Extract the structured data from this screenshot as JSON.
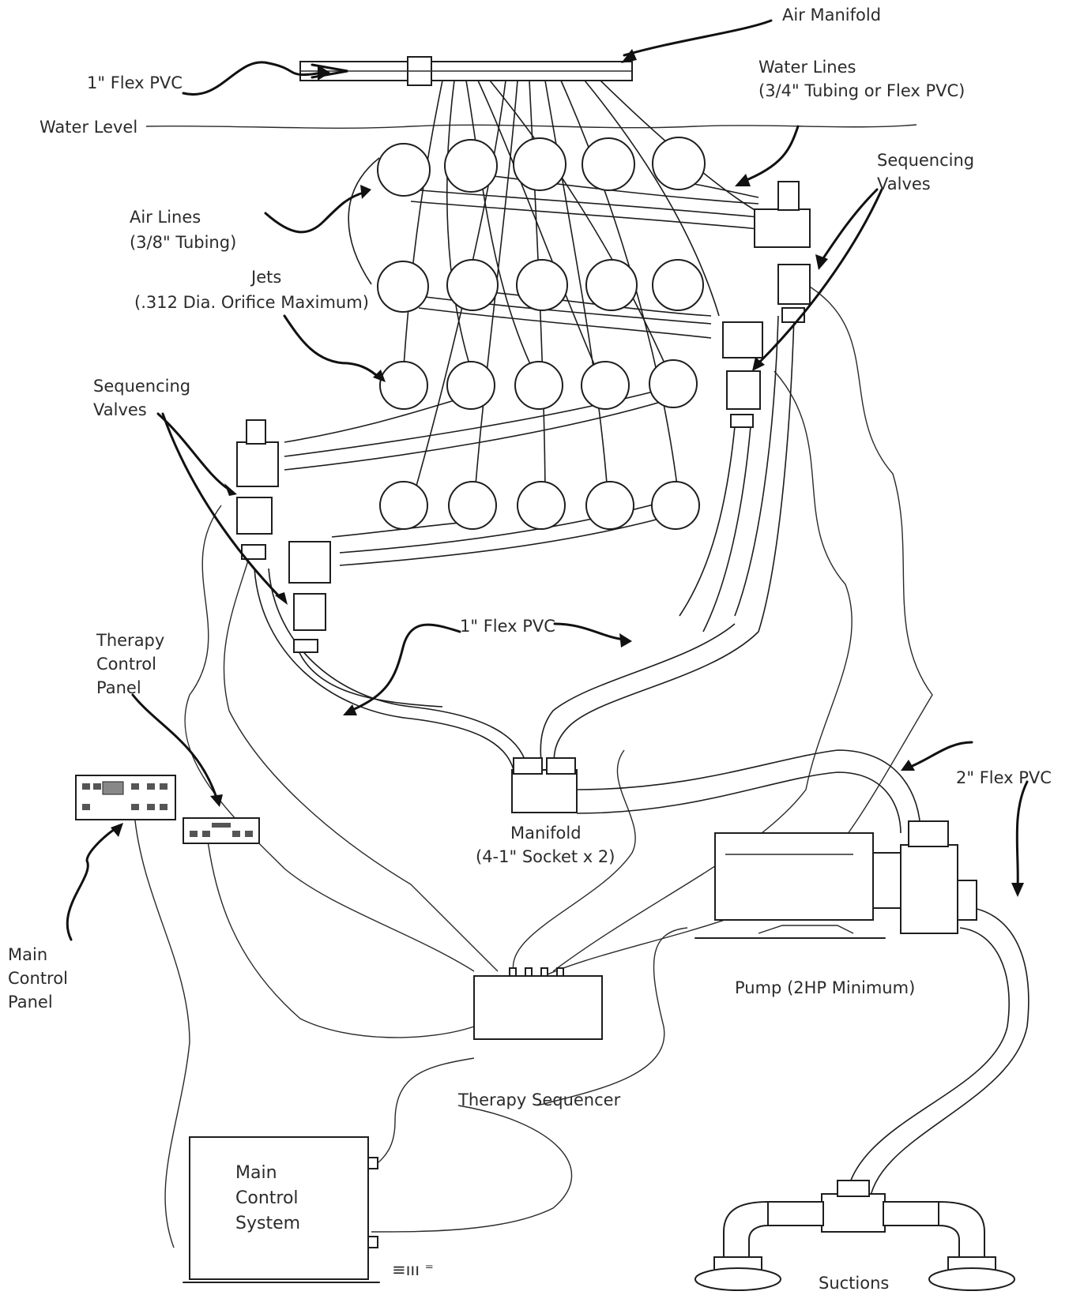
{
  "labels": {
    "air_manifold": "Air Manifold",
    "flex_pvc_1_top": "1\" Flex PVC",
    "water_level": "Water Level",
    "water_lines_1": "Water Lines",
    "water_lines_2": "(3/4\" Tubing or Flex PVC)",
    "seq_valves_right_1": "Sequencing",
    "seq_valves_right_2": "Valves",
    "air_lines_1": "Air Lines",
    "air_lines_2": "(3/8\" Tubing)",
    "jets_1": "Jets",
    "jets_2": "(.312 Dia. Orifice Maximum)",
    "seq_valves_left_1": "Sequencing",
    "seq_valves_left_2": "Valves",
    "flex_pvc_1_mid": "1\" Flex PVC",
    "therapy_panel_1": "Therapy",
    "therapy_panel_2": "Control",
    "therapy_panel_3": "Panel",
    "flex_pvc_2": "2\" Flex PVC",
    "manifold_1": "Manifold",
    "manifold_2": "(4-1\" Socket x 2)",
    "main_panel_1": "Main",
    "main_panel_2": "Control",
    "main_panel_3": "Panel",
    "pump": "Pump (2HP Minimum)",
    "therapy_sequencer": "Therapy Sequencer",
    "main_system_1": "Main",
    "main_system_2": "Control",
    "main_system_3": "System",
    "suctions": "Suctions"
  },
  "colors": {
    "ink": "#1f1f1f",
    "paper": "#ffffff"
  }
}
